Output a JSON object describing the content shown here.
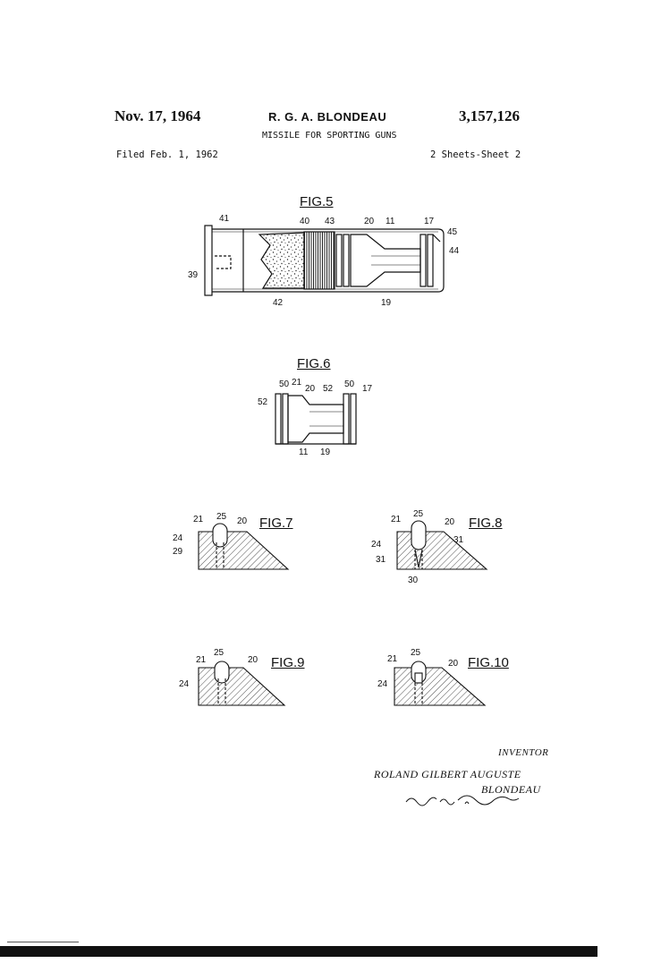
{
  "header": {
    "date": "Nov. 17, 1964",
    "inventor": "R. G. A. BLONDEAU",
    "patent_number": "3,157,126",
    "title": "MISSILE FOR SPORTING GUNS",
    "filed": "Filed Feb. 1, 1962",
    "sheets": "2 Sheets-Sheet 2"
  },
  "figures": {
    "fig5": {
      "label": "FIG.5",
      "refs": [
        "41",
        "40",
        "43",
        "20",
        "11",
        "17",
        "45",
        "44",
        "39",
        "42",
        "19"
      ]
    },
    "fig6": {
      "label": "FIG.6",
      "refs": [
        "50",
        "21",
        "20",
        "52",
        "50",
        "17",
        "52",
        "11",
        "19"
      ]
    },
    "fig7": {
      "label": "FIG.7",
      "refs": [
        "25",
        "21",
        "20",
        "24",
        "29"
      ]
    },
    "fig8": {
      "label": "FIG.8",
      "refs": [
        "25",
        "21",
        "20",
        "24",
        "31",
        "31",
        "30"
      ]
    },
    "fig9": {
      "label": "FIG.9",
      "refs": [
        "25",
        "21",
        "20",
        "24"
      ]
    },
    "fig10": {
      "label": "FIG.10",
      "refs": [
        "25",
        "21",
        "20",
        "24"
      ]
    }
  },
  "signature": {
    "heading": "INVENTOR",
    "name_line1": "ROLAND GILBERT AUGUSTE",
    "name_line2": "BLONDEAU"
  }
}
